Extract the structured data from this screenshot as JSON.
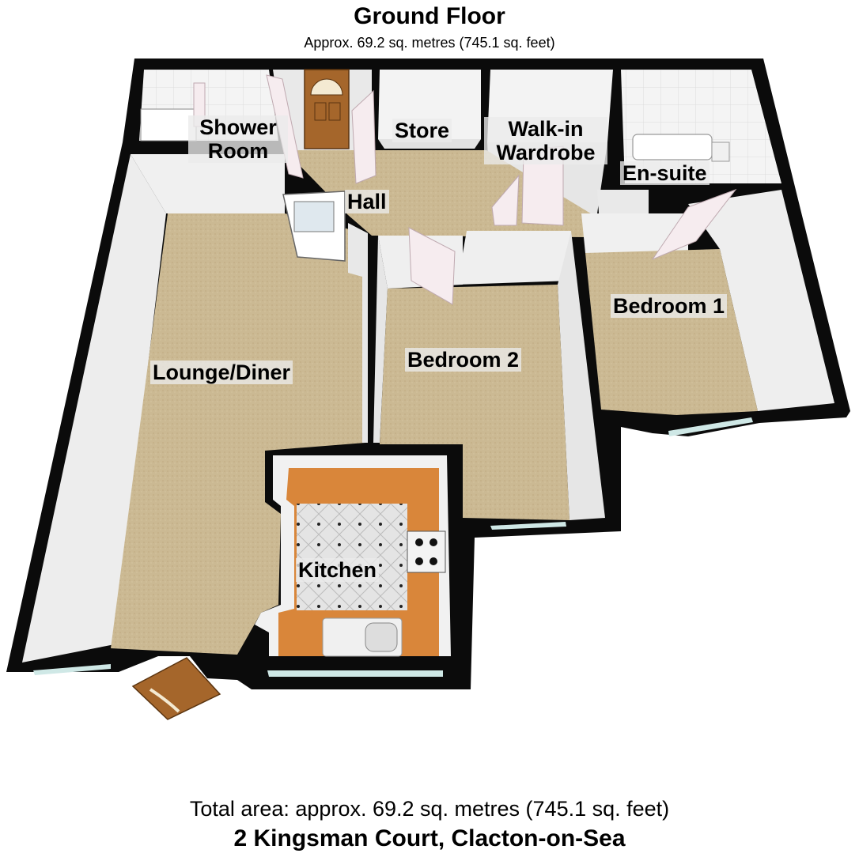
{
  "header": {
    "title": "Ground Floor",
    "subtitle": "Approx. 69.2 sq. metres (745.1 sq. feet)"
  },
  "rooms": {
    "shower_room": {
      "line1": "Shower",
      "line2": "Room"
    },
    "store": "Store",
    "walk_in_wardrobe": {
      "line1": "Walk-in",
      "line2": "Wardrobe"
    },
    "en_suite": "En-suite",
    "hall": "Hall",
    "bedroom_1": "Bedroom 1",
    "bedroom_2": "Bedroom 2",
    "lounge_diner": "Lounge/Diner",
    "kitchen": "Kitchen"
  },
  "footer": {
    "total_area": "Total area: approx. 69.2 sq. metres (745.1 sq. feet)",
    "address": "2 Kingsman Court, Clacton-on-Sea"
  },
  "colors": {
    "wall": "#0b0b0b",
    "carpet": "#c9b68e",
    "kitchen_floor": "#d9863a",
    "tile": "#d8d8d8",
    "inner_wall": "#f2f2f2",
    "door_wood": "#a5662b",
    "door_white": "#f6ecef"
  }
}
